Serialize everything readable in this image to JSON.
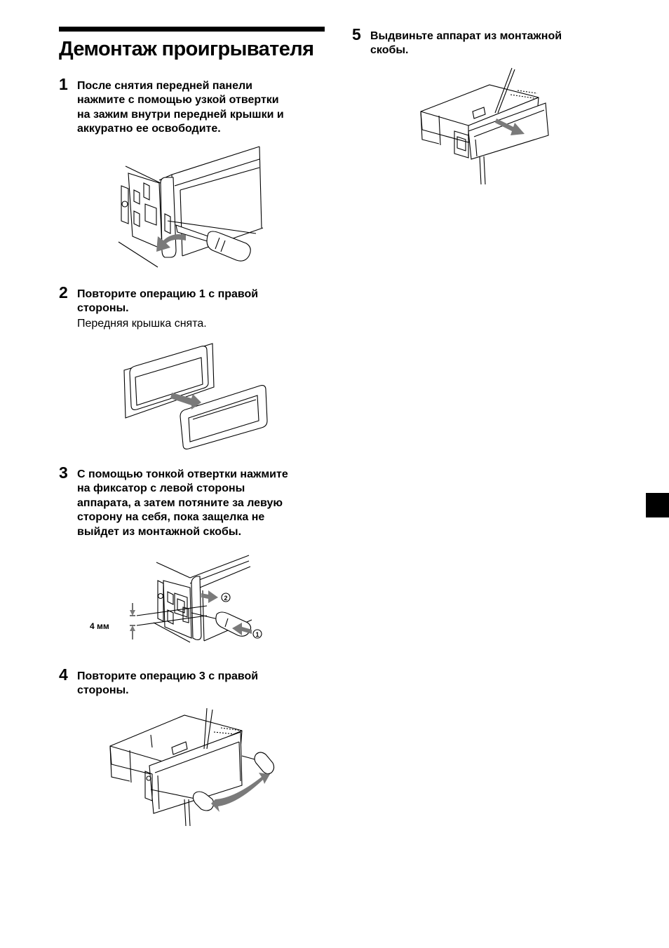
{
  "page": {
    "title": "Демонтаж проигрывателя"
  },
  "steps": [
    {
      "number": "1",
      "lines": [
        "После снятия передней панели",
        "нажмите с помощью узкой отвертки",
        "на зажим внутри передней крышки и",
        "аккуратно ее освободите."
      ]
    },
    {
      "number": "2",
      "lines": [
        "Повторите операцию 1 с правой",
        "стороны."
      ],
      "note": "Передняя крышка снята."
    },
    {
      "number": "3",
      "lines": [
        "С помощью тонкой отвертки нажмите",
        "на фиксатор с левой стороны",
        "аппарата, а затем потяните за левую",
        "сторону на себя, пока защелка не",
        "выйдет из монтажной скобы."
      ]
    },
    {
      "number": "4",
      "lines": [
        "Повторите операцию 3 с правой",
        "стороны."
      ]
    },
    {
      "number": "5",
      "lines": [
        "Выдвиньте аппарат из монтажной",
        "скобы."
      ]
    }
  ],
  "figures": {
    "step3": {
      "dimension_label": "4 мм",
      "callout_1": "1",
      "callout_2": "2"
    }
  },
  "colors": {
    "text": "#000000",
    "arrow_fill": "#7a7a7a",
    "side_tab": "#000000"
  }
}
